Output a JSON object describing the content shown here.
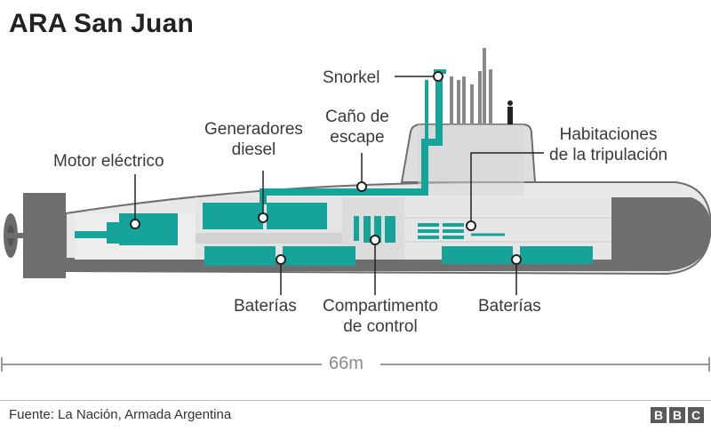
{
  "title": "ARA San Juan",
  "labels": {
    "snorkel": "Snorkel",
    "exhaust_line1": "Caño de",
    "exhaust_line2": "escape",
    "generators_line1": "Generadores",
    "generators_line2": "diesel",
    "motor": "Motor eléctrico",
    "crew_line1": "Habitaciones",
    "crew_line2": "de la tripulación",
    "batteries_fwd": "Baterías",
    "control_line1": "Compartimento",
    "control_line2": "de control",
    "batteries_aft": "Baterías"
  },
  "scale": {
    "length": "66m"
  },
  "footer": {
    "source": "Fuente: La Nación, Armada Argentina",
    "logo": [
      "B",
      "B",
      "C"
    ]
  },
  "colors": {
    "teal": "#15a39a",
    "hull_dark": "#6e6e6e",
    "interior_light": "#e6e6e6",
    "interior_mid": "#d0d0d0",
    "text": "#3a3a3a"
  }
}
